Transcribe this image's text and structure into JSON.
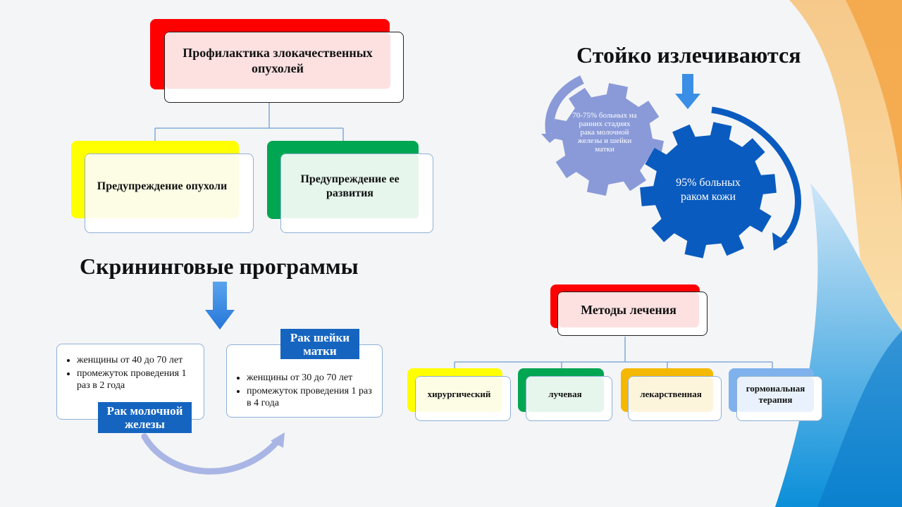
{
  "prevention": {
    "title": "Профилактика  злокачественных опухолей",
    "left": "Предупреждение опухоли",
    "right": "Предупреждение ее развития"
  },
  "cure": {
    "heading": "Стойко излечиваются",
    "small_gear": "70-75%  больных на ранних стадиях  рака молочной железы и шейки матки",
    "big_gear": "95% больных раком кожи"
  },
  "screening": {
    "heading": "Скрининговые  программы",
    "breast": {
      "label": "Рак молочной железы",
      "items": [
        "женщины от 40 до  70 лет",
        "промежуток проведения  1 раз в 2 года"
      ]
    },
    "cervix": {
      "label": "Рак шейки матки",
      "items": [
        "женщины от 30 до  70 лет",
        "промежуток проведения 1 раз в 4 года"
      ]
    }
  },
  "treatment": {
    "title": "Методы лечения",
    "methods": [
      "хирургический",
      "лучевая",
      "лекарственная",
      "гормональная терапия"
    ]
  },
  "colors": {
    "red": "#ff0000",
    "yellow": "#ffff00",
    "green": "#00a651",
    "orange": "#f5b800",
    "light_blue": "#7fb2ec",
    "dark_blue": "#0a5bbf",
    "gear_light": "#8a9ad8"
  }
}
